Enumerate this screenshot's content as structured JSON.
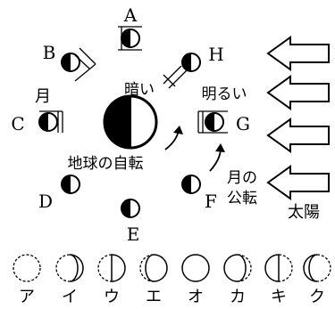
{
  "moon_positions": [
    {
      "id": "A",
      "label": "A"
    },
    {
      "id": "B",
      "label": "B"
    },
    {
      "id": "C",
      "label": "C"
    },
    {
      "id": "D",
      "label": "D"
    },
    {
      "id": "E",
      "label": "E"
    },
    {
      "id": "F",
      "label": "F"
    },
    {
      "id": "G",
      "label": "G"
    },
    {
      "id": "H",
      "label": "H"
    }
  ],
  "labels": {
    "moon": "月",
    "dark": "暗い",
    "bright": "明るい",
    "earth_rotation": "地球の自転",
    "moon_revolution_line1": "月の",
    "moon_revolution_line2": "公転",
    "sun": "太陽"
  },
  "phase_options": [
    {
      "id": "a",
      "label": "ア",
      "phase": "new"
    },
    {
      "id": "i",
      "label": "イ",
      "phase": "crescent-right"
    },
    {
      "id": "u",
      "label": "ウ",
      "phase": "first-quarter"
    },
    {
      "id": "e",
      "label": "エ",
      "phase": "gibbous-right"
    },
    {
      "id": "o",
      "label": "オ",
      "phase": "full"
    },
    {
      "id": "ka",
      "label": "カ",
      "phase": "gibbous-left"
    },
    {
      "id": "ki",
      "label": "キ",
      "phase": "last-quarter"
    },
    {
      "id": "ku",
      "label": "ク",
      "phase": "crescent-left"
    }
  ]
}
